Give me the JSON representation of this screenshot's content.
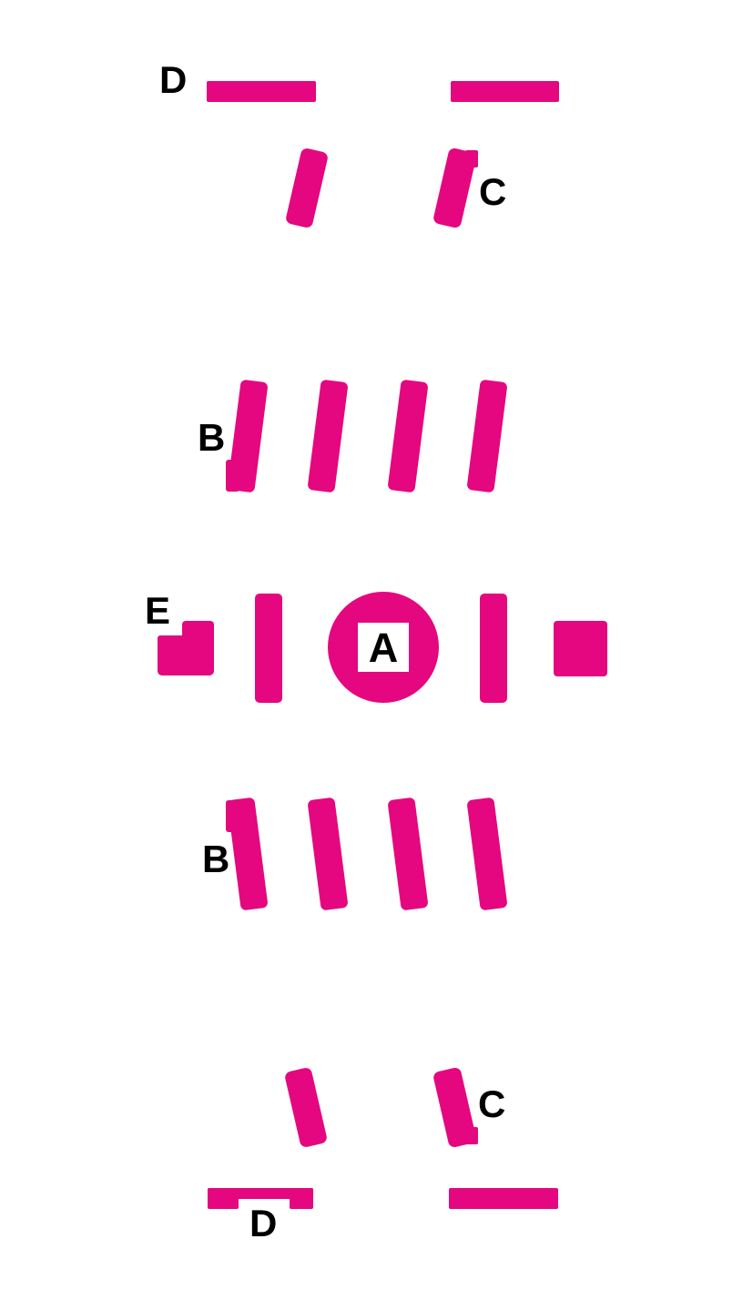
{
  "diagram": {
    "background_color": "#FFFFFF",
    "shape_color": "#E5077F",
    "label_color": "#000000",
    "labels": {
      "a": "A",
      "b_top": "B",
      "b_bottom": "B",
      "c_top": "C",
      "c_bottom": "C",
      "d_top": "D",
      "d_bottom": "D",
      "e": "E"
    }
  }
}
